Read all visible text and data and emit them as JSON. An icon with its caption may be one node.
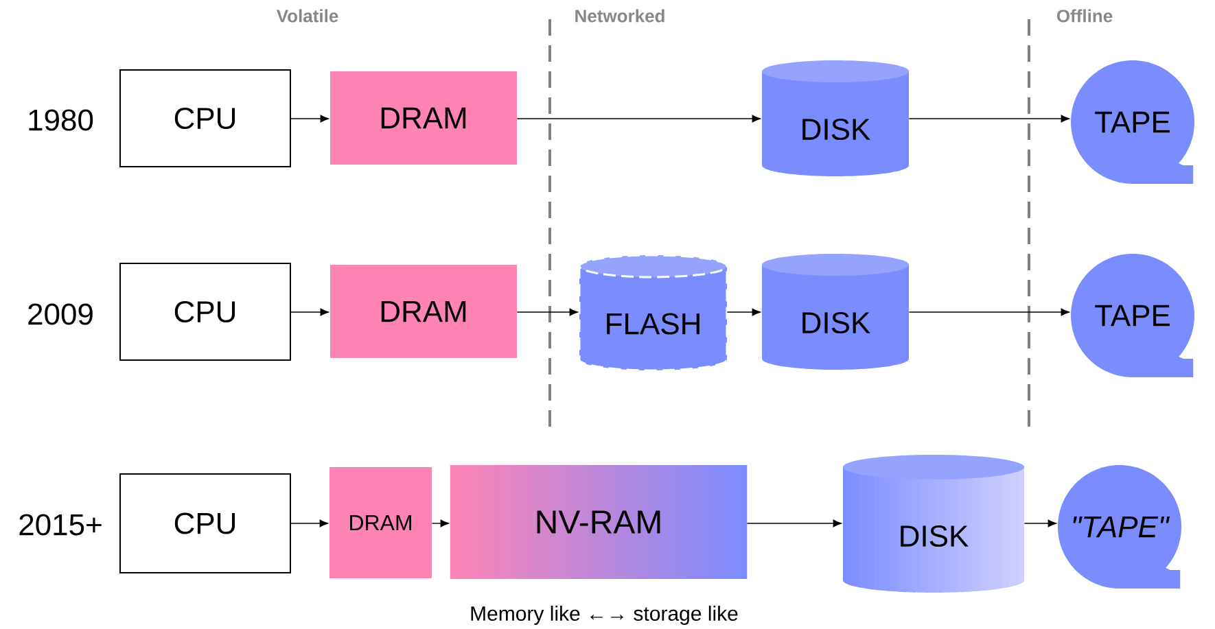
{
  "diagram": {
    "nodes": [
      {
        "text": [
          "CPU"
        ]
      },
      {
        "text": [
          "DRAM"
        ]
      },
      {
        "text": [
          "DISK"
        ]
      },
      {
        "text": [
          "TAPE"
        ]
      },
      {
        "text": [
          "CPU"
        ]
      },
      {
        "text": [
          "DRAM"
        ]
      },
      {
        "text": [
          "FLASH"
        ]
      },
      {
        "text": [
          "DISK"
        ]
      },
      {
        "text": [
          "TAPE"
        ]
      },
      {
        "text": [
          "CPU"
        ]
      },
      {
        "text": [
          "DRAM"
        ]
      },
      {
        "text": [
          "NV-RAM"
        ]
      },
      {
        "text": [
          "DISK"
        ]
      },
      {
        "text": [
          "\"TAPE\""
        ]
      }
    ],
    "edges": [
      {
        "from": 0,
        "to": 1,
        "arrow": "to"
      },
      {
        "from": 1,
        "to": 2,
        "arrow": "to"
      },
      {
        "from": 2,
        "to": 3,
        "arrow": "to"
      },
      {
        "from": 4,
        "to": 5,
        "arrow": "to"
      },
      {
        "from": 5,
        "to": 6,
        "arrow": "to"
      },
      {
        "from": 6,
        "to": 7,
        "arrow": "to"
      },
      {
        "from": 7,
        "to": 8,
        "arrow": "to"
      },
      {
        "from": 9,
        "to": 10,
        "arrow": "to"
      },
      {
        "from": 10,
        "to": 11,
        "arrow": "to"
      },
      {
        "from": 11,
        "to": 12,
        "arrow": "to"
      },
      {
        "from": 12,
        "to": 13,
        "arrow": "to"
      }
    ],
    "labels": [
      "Volatile",
      "Networked",
      "Offline",
      "1980",
      "2009",
      "2015+",
      "Memory like ←→ storage like"
    ]
  }
}
